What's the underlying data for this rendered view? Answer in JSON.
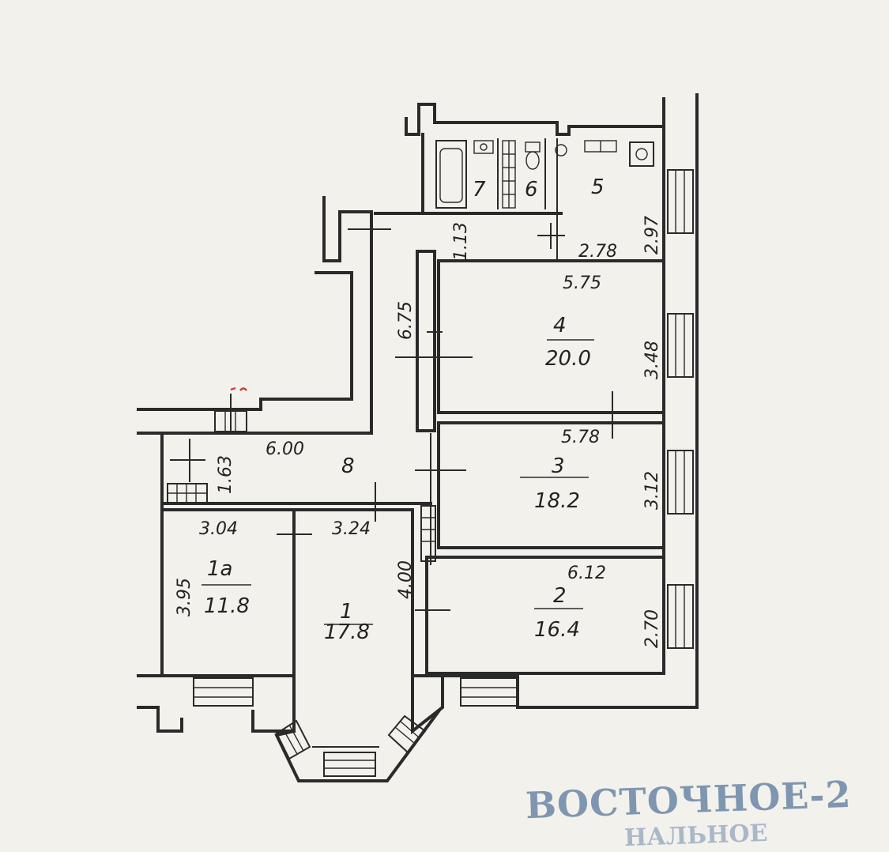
{
  "plan": {
    "labels": {
      "room_1": "1",
      "area_1": "17.8",
      "room_1a": "1a",
      "area_1a": "11.8",
      "room_2": "2",
      "area_2": "16.4",
      "room_3": "3",
      "area_3": "18.2",
      "room_4": "4",
      "area_4": "20.0",
      "room_5": "5",
      "room_6": "6",
      "room_7": "7",
      "room_8": "8",
      "dim_575": "5.75",
      "dim_348": "3.48",
      "dim_578": "5.78",
      "dim_312": "3.12",
      "dim_612": "6.12",
      "dim_270": "2.70",
      "dim_278": "2.78",
      "dim_297": "2.97",
      "dim_113": "1.13",
      "dim_675": "6.75",
      "dim_600": "6.00",
      "dim_163": "1.63",
      "dim_304": "3.04",
      "dim_324": "3.24",
      "dim_400": "4.00",
      "dim_395": "3.95"
    }
  },
  "stamp": {
    "line1": "ВОСТОЧНОЕ-2",
    "line2": "НАЛЬНОЕ"
  },
  "colors": {
    "paper": "#f3f1ec",
    "ink": "#2a2a2a",
    "stamp": "#7f96b0",
    "red_mark": "#d23b3b"
  }
}
